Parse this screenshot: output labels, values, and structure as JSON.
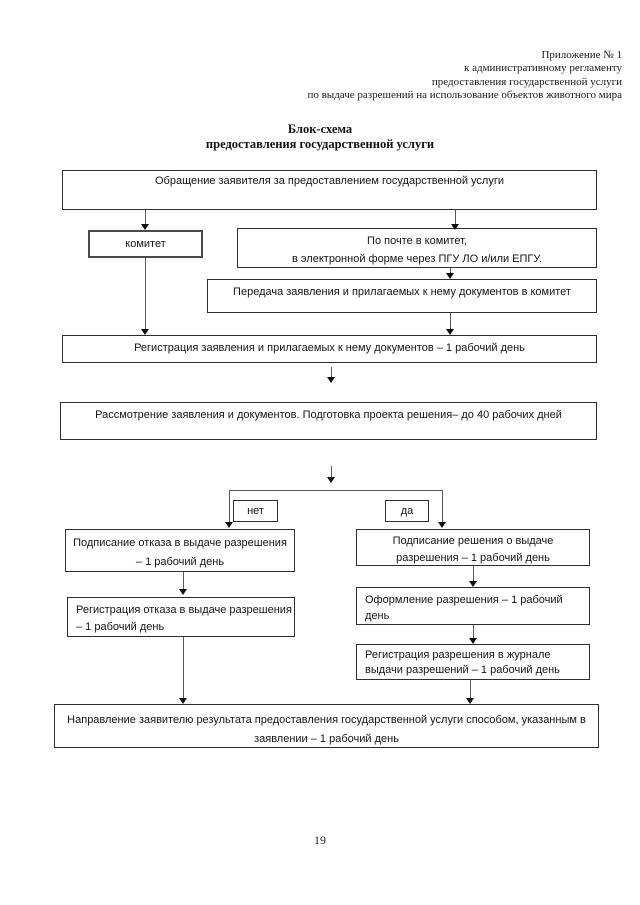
{
  "header": {
    "lines": [
      "Приложение № 1",
      "к административному регламенту",
      "предоставления государственной услуги",
      "по выдаче разрешений на использование объектов животного мира"
    ]
  },
  "title": {
    "lines": [
      "Блок-схема",
      "предоставления государственной услуги"
    ]
  },
  "flowchart": {
    "request": "Обращение заявителя за предоставлением государственной услуги",
    "committee": "комитет",
    "by_mail": [
      "По почте в комитет,",
      "в электронной форме через ПГУ ЛО и/или ЕПГУ."
    ],
    "transfer": "Передача заявления и прилагаемых к нему документов в комитет",
    "registration": "Регистрация заявления и прилагаемых к нему документов – 1 рабочий день",
    "review": "Рассмотрение заявления и документов. Подготовка проекта решения– до 40 рабочих дней",
    "branch_no": "нет",
    "branch_yes": "да",
    "refusal_sign": [
      "Подписание отказа в выдаче разрешения",
      "– 1 рабочий день"
    ],
    "refusal_registration": [
      "Регистрация отказа в выдаче разрешения",
      "– 1 рабочий день"
    ],
    "permit_sign": [
      "Подписание решения о выдаче",
      "разрешения – 1 рабочий день"
    ],
    "permit_issue": [
      "Оформление разрешения – 1 рабочий",
      "день"
    ],
    "permit_registration": [
      "Регистрация разрешения в журнале",
      "выдачи разрешений – 1 рабочий день"
    ],
    "result": [
      "Направление заявителю результата предоставления государственной услуги способом, указанным в",
      "заявлении – 1 рабочий день"
    ]
  },
  "footer": {
    "page_number": "19"
  }
}
